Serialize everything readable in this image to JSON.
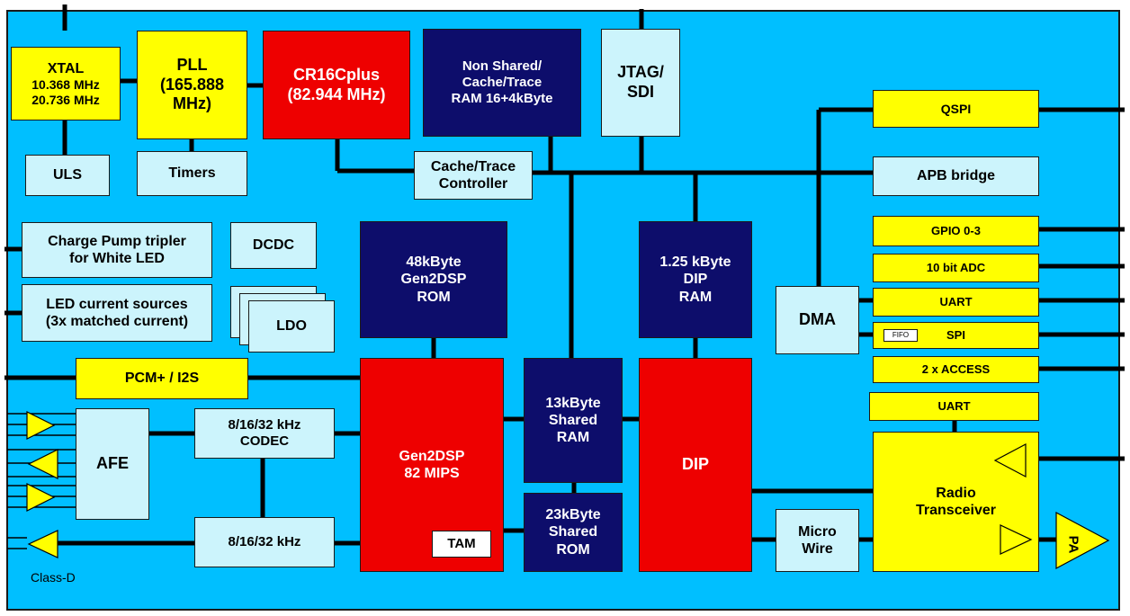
{
  "blocks": {
    "xtal": {
      "title": "XTAL",
      "line1": "10.368 MHz",
      "line2": "20.736 MHz"
    },
    "pll": {
      "line1": "PLL",
      "line2": "(165.888",
      "line3": "MHz)"
    },
    "cr16": {
      "line1": "CR16Cplus",
      "line2": "(82.944 MHz)"
    },
    "nonshared": {
      "line1": "Non Shared/",
      "line2": "Cache/Trace",
      "line3": "RAM 16+4kByte"
    },
    "jtag": {
      "line1": "JTAG/",
      "line2": "SDI"
    },
    "uls": "ULS",
    "timers": "Timers",
    "cache_ctrl": {
      "line1": "Cache/Trace",
      "line2": "Controller"
    },
    "qspi": "QSPI",
    "apb": "APB bridge",
    "charge_pump": {
      "line1": "Charge Pump tripler",
      "line2": "for White LED"
    },
    "dcdc": "DCDC",
    "led_current": {
      "line1": "LED current sources",
      "line2": "(3x matched current)"
    },
    "ldo": "LDO",
    "rom48": {
      "line1": "48kByte",
      "line2": "Gen2DSP",
      "line3": "ROM"
    },
    "dip_ram": {
      "line1": "1.25 kByte",
      "line2": "DIP",
      "line3": "RAM"
    },
    "dma": "DMA",
    "gpio": "GPIO 0-3",
    "adc": "10 bit ADC",
    "uart1": "UART",
    "spi": "SPI",
    "fifo": "FIFO",
    "access": "2 x ACCESS",
    "uart2": "UART",
    "pcm": "PCM+ / I2S",
    "afe": "AFE",
    "codec": {
      "line1": "8/16/32 kHz",
      "line2": "CODEC"
    },
    "gen2dsp": {
      "line1": "Gen2DSP",
      "line2": "82 MIPS"
    },
    "tam": "TAM",
    "ram13": {
      "line1": "13kByte",
      "line2": "Shared",
      "line3": "RAM"
    },
    "dip": "DIP",
    "rom23": {
      "line1": "23kByte",
      "line2": "Shared",
      "line3": "ROM"
    },
    "khz": "8/16/32 kHz",
    "microwire": {
      "line1": "Micro",
      "line2": "Wire"
    },
    "radio": {
      "line1": "Radio",
      "line2": "Transceiver"
    },
    "pa": "PA",
    "class_d": "Class-D"
  },
  "colors": {
    "background": "#00bfff",
    "yellow": "#ffff00",
    "red": "#ee0000",
    "navy": "#0d0d6b",
    "light": "#ccf4fc"
  }
}
